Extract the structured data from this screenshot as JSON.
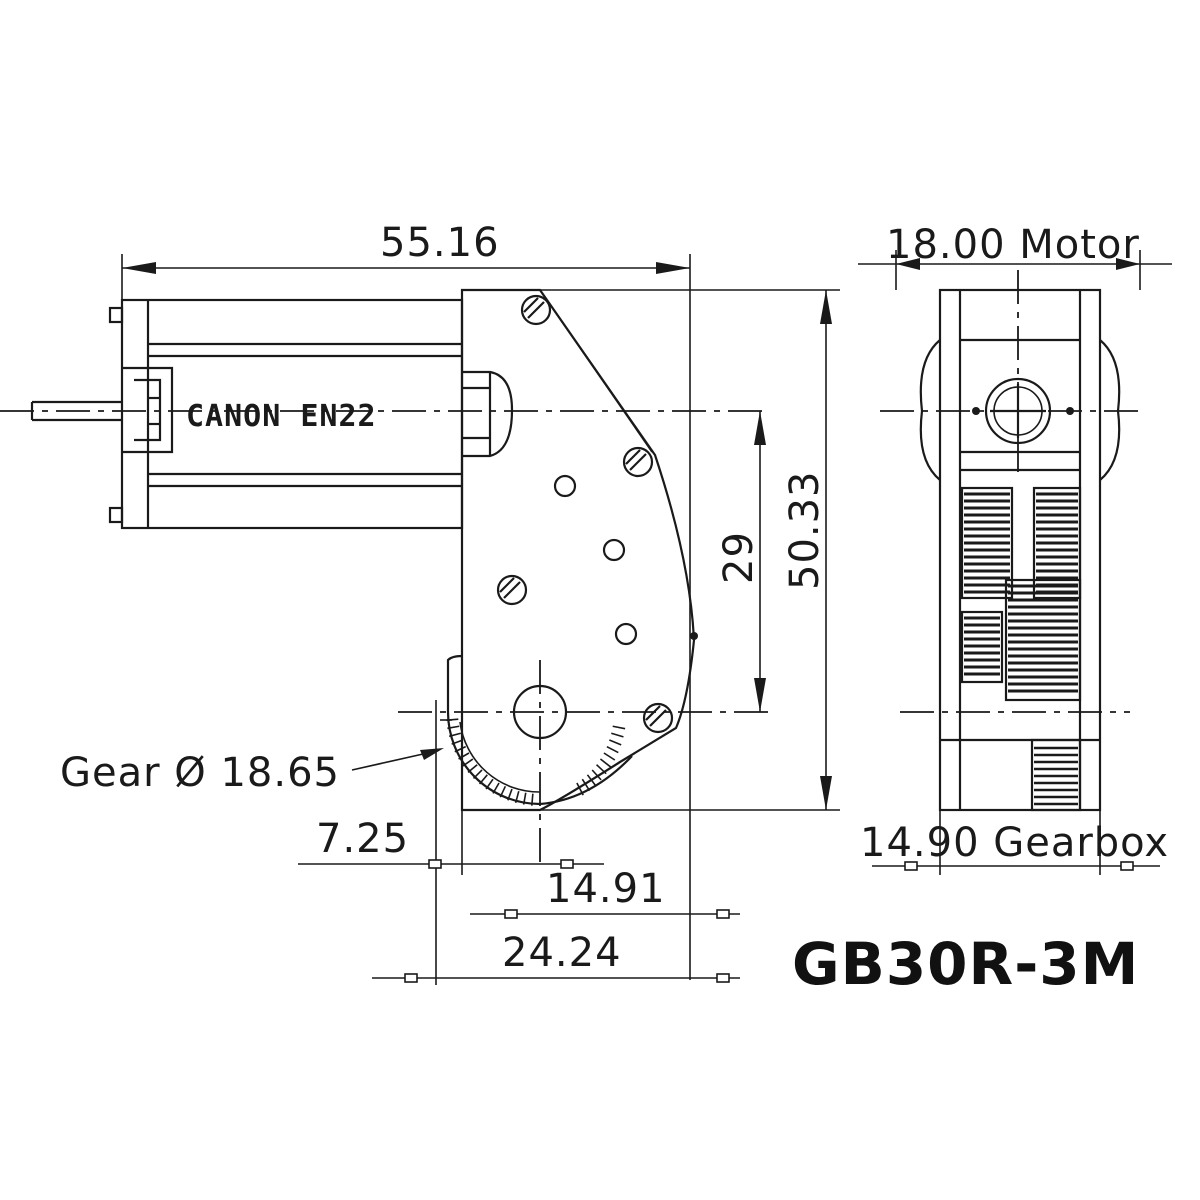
{
  "drawing": {
    "model": "GB30R-3M",
    "motor_brand": "CANON EN22"
  },
  "dimensions": {
    "overall_length": "55.16",
    "overall_height": "50.33",
    "shaft_distance": "29",
    "gear_diameter": "Gear Ø 18.65",
    "offset_a": "7.25",
    "offset_b": "14.91",
    "gearbox_length": "24.24",
    "motor_width": "18.00 Motor",
    "gearbox_width": "14.90 Gearbox"
  }
}
